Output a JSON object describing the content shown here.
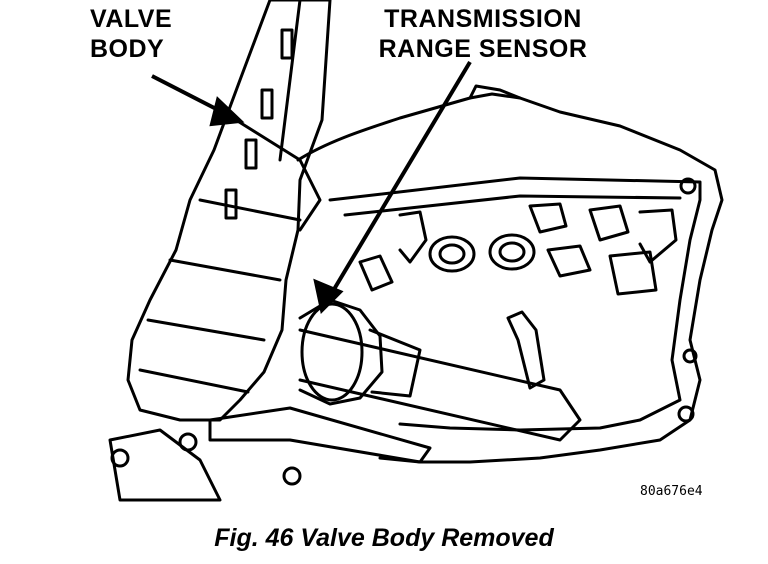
{
  "labels": {
    "valve_body_line1": "VALVE",
    "valve_body_line2": "BODY",
    "trs_line1": "TRANSMISSION",
    "trs_line2": "RANGE SENSOR"
  },
  "figure_id": "80a676e4",
  "caption": "Fig. 46 Valve Body Removed"
}
